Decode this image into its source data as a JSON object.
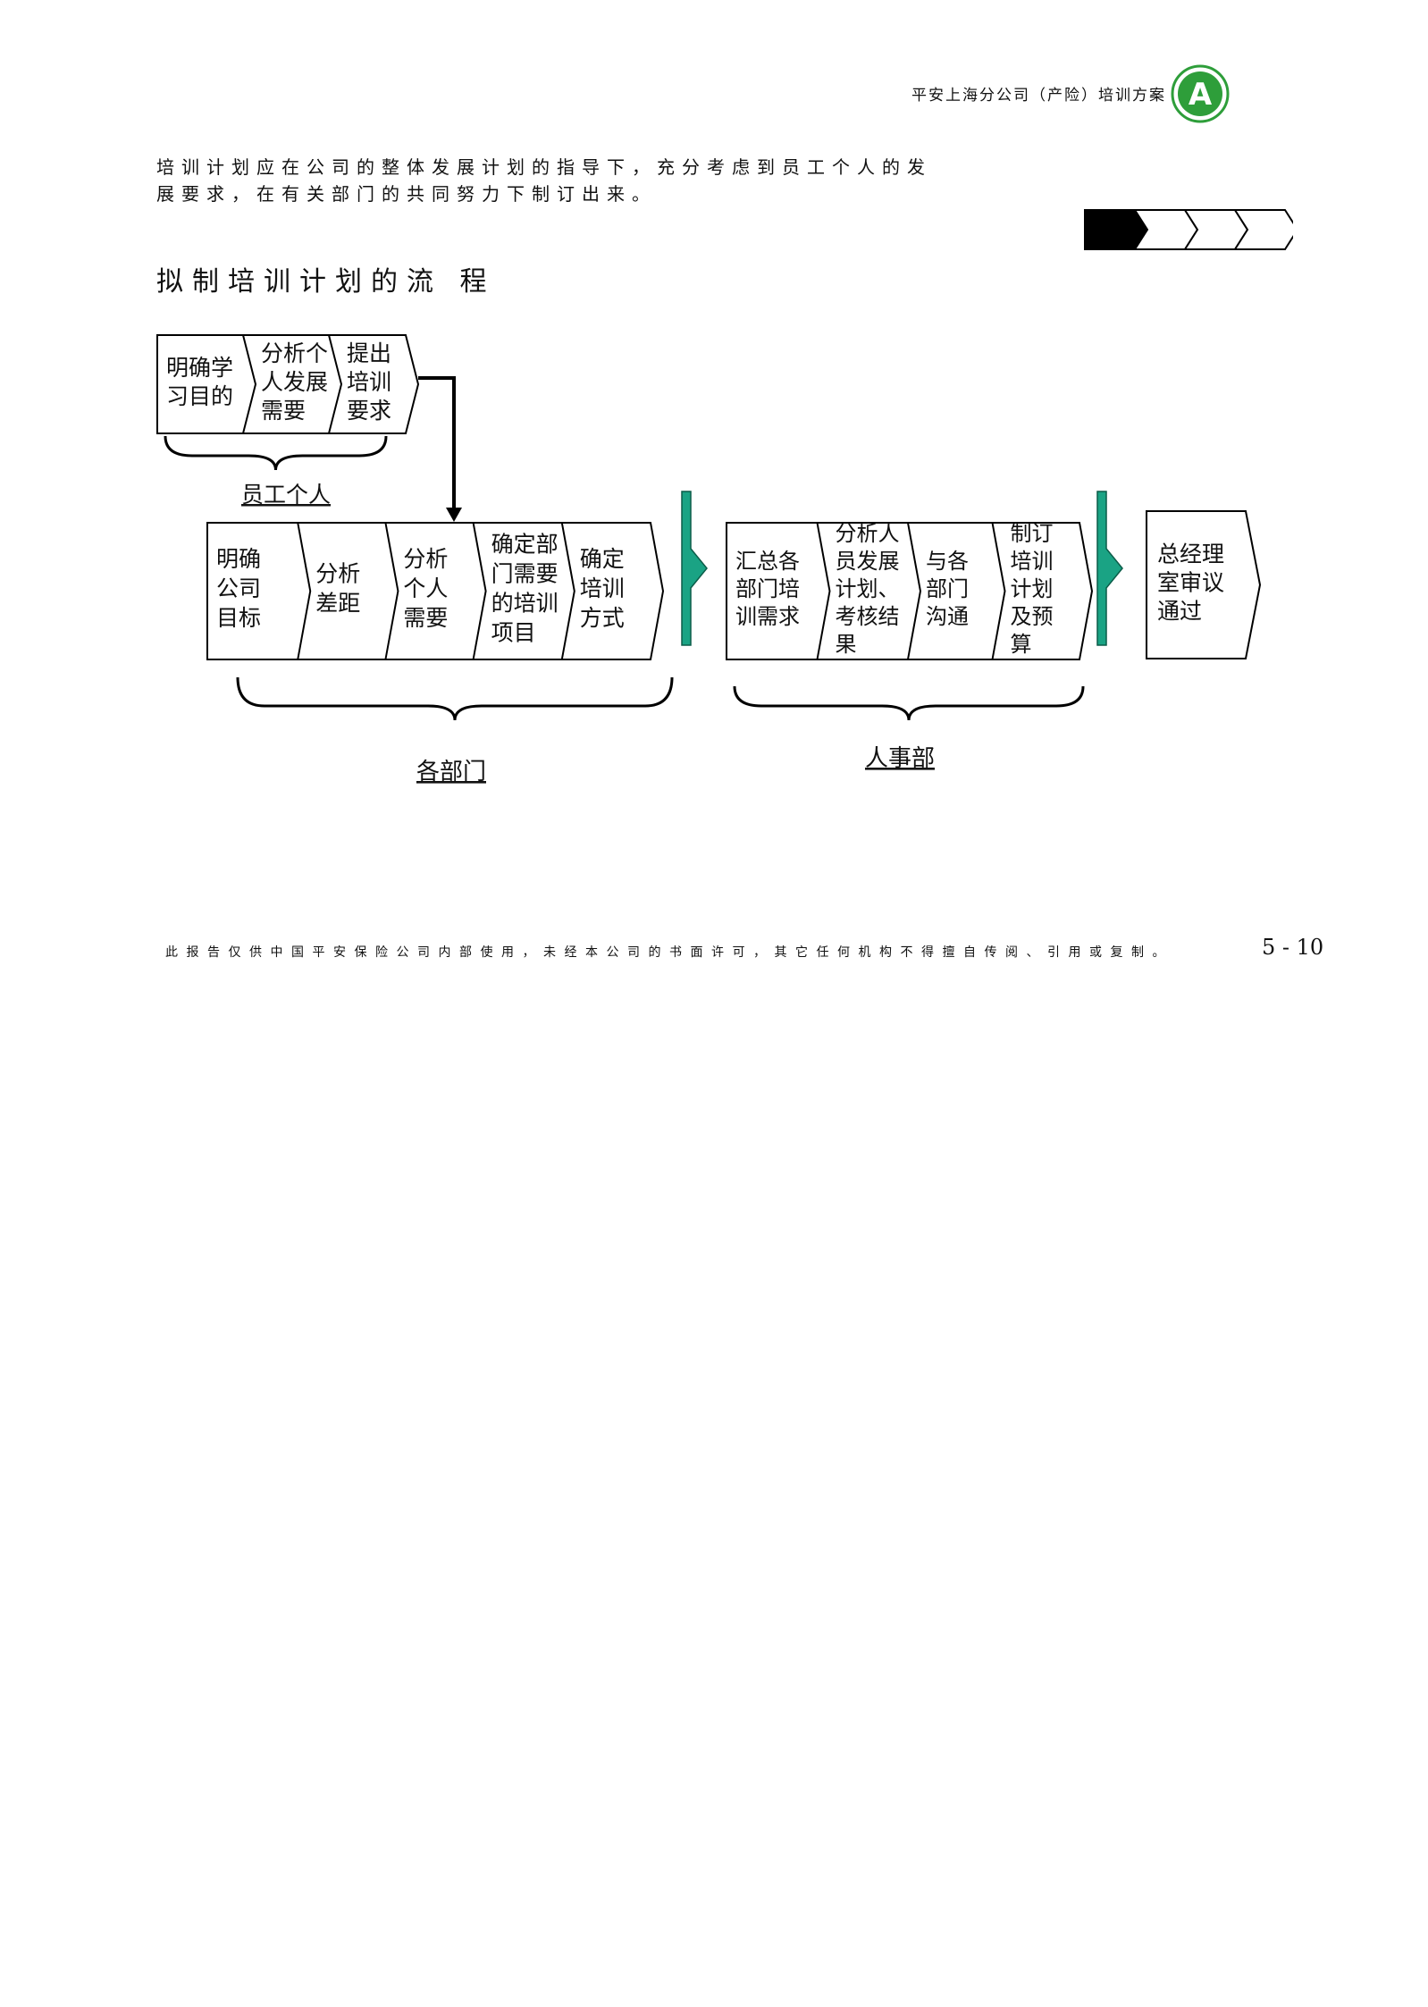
{
  "header": {
    "title": "平安上海分公司（产险）培训方案",
    "logo_letter": "A"
  },
  "intro": {
    "line1": "培训计划应在公司的整体发展计划的指导下，充分考虑到员工个人的发",
    "line2": "展要求，在有关部门的共同努力下制订出来。"
  },
  "progress": {
    "total": 4,
    "current": 1
  },
  "section_title": "拟制培训计划的流 程",
  "flow": {
    "employee_steps": [
      {
        "lines": [
          "明确学",
          "习目的"
        ]
      },
      {
        "lines": [
          "分析个",
          "人发展",
          "需要"
        ]
      },
      {
        "lines": [
          "提出",
          "培训",
          "要求"
        ]
      }
    ],
    "employee_label": "员工个人",
    "department_steps": [
      {
        "lines": [
          "明确",
          "公司",
          "目标"
        ]
      },
      {
        "lines": [
          "分析",
          "差距"
        ]
      },
      {
        "lines": [
          "分析",
          "个人",
          "需要"
        ]
      },
      {
        "lines": [
          "确定部",
          "门需要",
          "的培训",
          "项目"
        ]
      },
      {
        "lines": [
          "确定",
          "培训",
          "方式"
        ]
      }
    ],
    "department_label": "各部门",
    "hr_steps": [
      {
        "lines": [
          "汇总各",
          "部门培",
          "训需求"
        ]
      },
      {
        "lines": [
          "分析人",
          "员发展",
          "计划、",
          "考核结",
          "果"
        ]
      },
      {
        "lines": [
          "与各",
          "部门",
          "沟通"
        ]
      },
      {
        "lines": [
          "制订",
          "培训",
          "计划",
          "及预",
          "算"
        ]
      }
    ],
    "hr_label": "人事部",
    "final_step": {
      "lines": [
        "总经理",
        "室审议",
        "通过"
      ]
    }
  },
  "footer": {
    "note": "此报告仅供中国平安保险公司内部使用，未经本公司的书面许可，其它任何机构不得擅自传阅、引用或复制。",
    "page_number": "5 - 10"
  },
  "colors": {
    "connector_green": "#1aa384",
    "logo_green": "#2e9e3a"
  }
}
